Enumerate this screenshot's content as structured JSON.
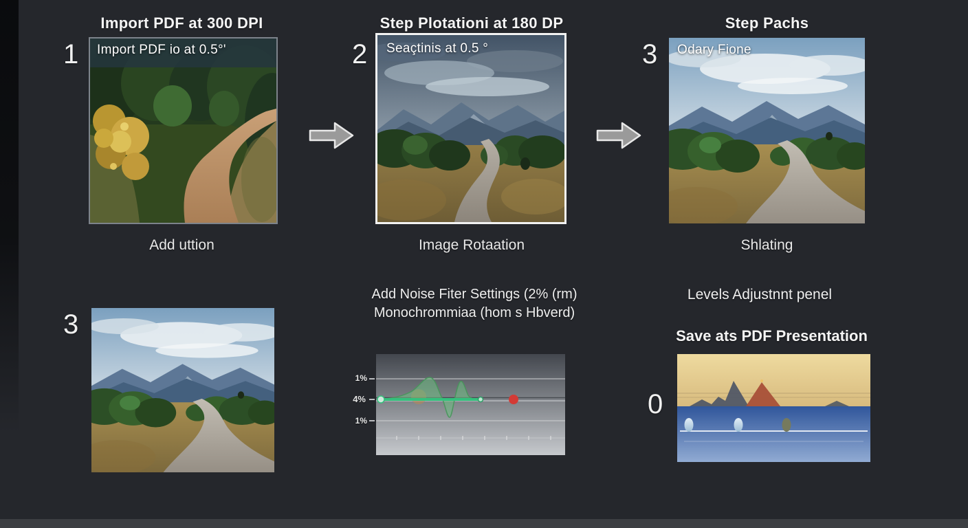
{
  "palette": {
    "background": "#25272c",
    "text": "#f2f2f2",
    "arrow_fill": "#9a9a9a",
    "arrow_outline": "#e8e8e8",
    "chart_green": "#35c07d",
    "chart_red": "#d33a35"
  },
  "steps": [
    {
      "number": "1",
      "title": "Import PDF at 300 DPI",
      "overlay": "Import PDF io at  0.5°'",
      "caption": "Add uttion"
    },
    {
      "number": "2",
      "title": "Step Plotationi at 180 DP",
      "overlay": "Seaçtinis at  0.5 °",
      "caption": "Image Rotaation"
    },
    {
      "number": "3",
      "title": "Step Pachs",
      "overlay": "Odary Fione",
      "caption": "Shlating"
    }
  ],
  "bottom_left": {
    "number": "3"
  },
  "noise_panel": {
    "line1": "Add Noise Fiter Settings (2% (rm)",
    "line2": "Monochrommiaa (hom s Hbverd)",
    "axis_labels": [
      "1%",
      "4%",
      "1%"
    ]
  },
  "levels_panel": {
    "heading": "Levels Adjustnnt penel",
    "subheading": "Save ats PDF Presentation",
    "number": "0"
  },
  "chart_data": {
    "type": "area",
    "title": "Add Noise Fiter Settings (2% (rm) Monochrommiaa (hom s Hbverd)",
    "y_tick_labels": [
      "1%",
      "4%",
      "1%"
    ],
    "baseline_y_label": "4%",
    "grid": "horizontal",
    "legend": "none",
    "series": [
      {
        "name": "noise-response-curve",
        "type": "area",
        "stroke": "#4aa86d",
        "fill": "rgba(110,190,130,0.55)",
        "x_pct": [
          1,
          12,
          20,
          28,
          33,
          37,
          39,
          42,
          44,
          48,
          55
        ],
        "y_offset_from_baseline": [
          0,
          2,
          10,
          32,
          14,
          -10,
          -26,
          -8,
          24,
          2,
          0
        ]
      },
      {
        "name": "baseline-bar",
        "type": "line",
        "stroke": "#35c07d",
        "x_pct": [
          1,
          55
        ],
        "y_offset_from_baseline": [
          0,
          0
        ]
      }
    ],
    "markers": [
      {
        "name": "start-handle",
        "x_pct": 2,
        "y": "baseline",
        "color": "#cfe9dd"
      },
      {
        "name": "end-handle",
        "x_pct": 55,
        "y": "baseline",
        "color": "#bfe8d2"
      },
      {
        "name": "red-point",
        "x_pct": 73,
        "y": "baseline",
        "color": "#d33a35"
      }
    ]
  }
}
